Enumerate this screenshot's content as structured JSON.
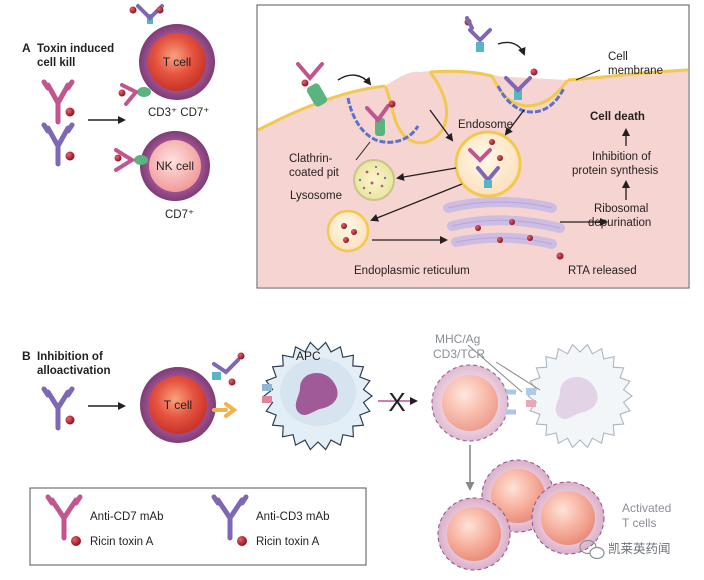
{
  "panel_a": {
    "section_letter": "A",
    "title_line1": "Toxin induced",
    "title_line2": "cell kill",
    "tcell_label": "T cell",
    "tcell_markers": "CD3⁺ CD7⁺",
    "nkcell_label": "NK cell",
    "nkcell_markers": "CD7⁺",
    "cell_membrane_line1": "Cell",
    "cell_membrane_line2": "membrane",
    "endosome": "Endosome",
    "clathrin_line1": "Clathrin-",
    "clathrin_line2": "coated pit",
    "lysosome": "Lysosome",
    "cell_death": "Cell death",
    "inhibition_line1": "Inhibition of",
    "inhibition_line2": "protein synthesis",
    "ribosomal_line1": "Ribosomal",
    "ribosomal_line2": "depurination",
    "endoplasmic_reticulum": "Endoplasmic reticulum",
    "rta_released": "RTA released"
  },
  "panel_b": {
    "section_letter": "B",
    "title_line1": "Inhibition of",
    "title_line2": "alloactivation",
    "tcell_label": "T cell",
    "apc_label": "APC",
    "blocked_mark": "X",
    "mhc_ag": "MHC/Ag",
    "cd3_tcr": "CD3/TCR",
    "activated_line1": "Activated",
    "activated_line2": "T cells"
  },
  "legend": {
    "cd7_mab": "Anti-CD7 mAb",
    "cd7_toxin": "Ricin toxin A",
    "cd3_mab": "Anti-CD3 mAb",
    "cd3_toxin": "Ricin toxin A"
  },
  "watermark": "凯莱英药闻",
  "colors": {
    "cd7_antibody": "#c0558f",
    "cd3_antibody": "#7e67b4",
    "ricin_toxin": "#b31b2a",
    "cytoplasm": "#f6d4d1",
    "membrane": "#f2c94c",
    "pit_lining": "#5a72c8",
    "endoplasmic_reticulum": "#cdbde2",
    "receptor": "#59b47f",
    "apc": "#b9d1e6",
    "tcell_core": "#e24a3a",
    "tcell_ring": "#9b4a8c",
    "x_mark": "#d2232a"
  }
}
